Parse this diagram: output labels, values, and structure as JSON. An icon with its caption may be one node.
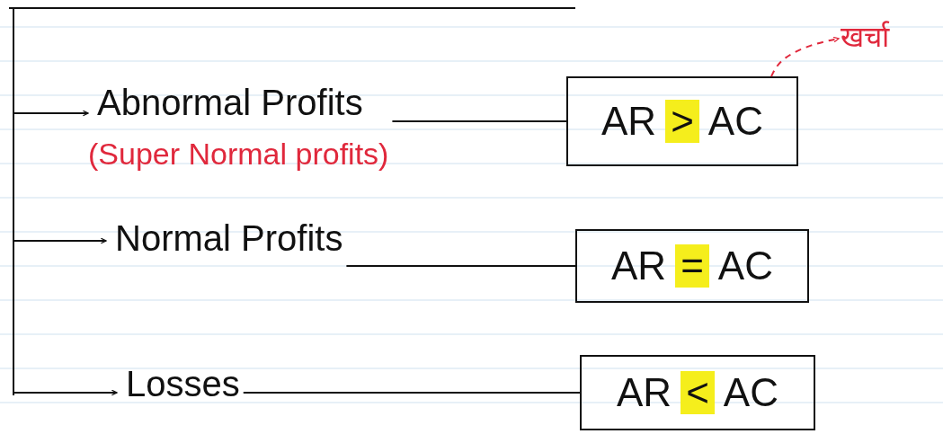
{
  "diagram": {
    "nodes": [
      {
        "text": [
          "Abnormal Profits",
          "(Super Normal profits)"
        ]
      },
      {
        "text": [
          "AR",
          ">",
          "AC"
        ]
      },
      {
        "text": [
          "Normal Profits"
        ]
      },
      {
        "text": [
          "AR",
          "=",
          "AC"
        ]
      },
      {
        "text": [
          "Losses"
        ]
      },
      {
        "text": [
          "AR",
          "<",
          "AC"
        ]
      },
      {
        "text": [
          "खर्चा"
        ]
      }
    ],
    "edges": [
      {
        "from": null,
        "to": 0,
        "arrow": "to"
      },
      {
        "from": null,
        "to": 2,
        "arrow": "to"
      },
      {
        "from": null,
        "to": 4,
        "arrow": "to"
      },
      {
        "from": 0,
        "to": 1,
        "arrow": "none"
      },
      {
        "from": 2,
        "to": 3,
        "arrow": "none"
      },
      {
        "from": 4,
        "to": 5,
        "arrow": "none"
      },
      {
        "from": 1,
        "to": 6,
        "arrow": "to",
        "style": "dashed",
        "color": "#e0283c"
      }
    ]
  }
}
